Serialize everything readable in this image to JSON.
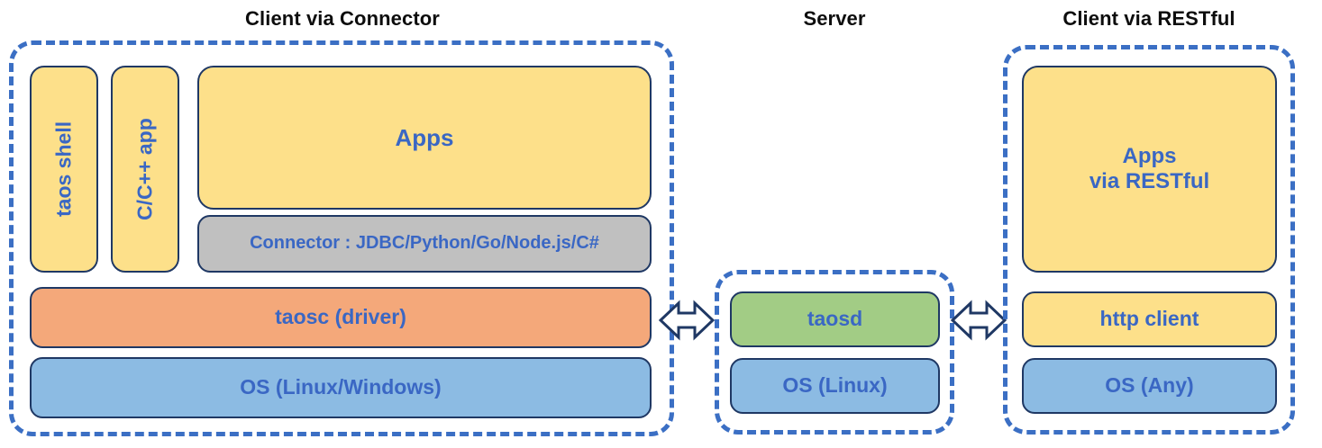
{
  "diagram": {
    "title_client_connector": "Client via Connector",
    "title_server": "Server",
    "title_client_restful": "Client via RESTful",
    "colors": {
      "dashed_border": "#3B6FC4",
      "block_border": "#1F3864",
      "text_blue": "#3A67C4",
      "yellow": "#FDE08A",
      "gray": "#C0C0C0",
      "orange": "#F4A87A",
      "blue": "#8CBBE3",
      "green": "#A2CC85",
      "title_black": "#0D0D0D"
    },
    "client_connector": {
      "taos_shell": "taos shell",
      "cpp_app": "C/C++ app",
      "apps": "Apps",
      "connector": "Connector : JDBC/Python/Go/Node.js/C#",
      "taosc": "taosc (driver)",
      "os": "OS (Linux/Windows)"
    },
    "server": {
      "taosd": "taosd",
      "os": "OS (Linux)"
    },
    "client_restful": {
      "apps_line1": "Apps",
      "apps_line2": "via RESTful",
      "http_client": "http client",
      "os": "OS (Any)"
    },
    "arrows": {
      "left_label": "bidirectional-arrow",
      "right_label": "bidirectional-arrow"
    }
  }
}
